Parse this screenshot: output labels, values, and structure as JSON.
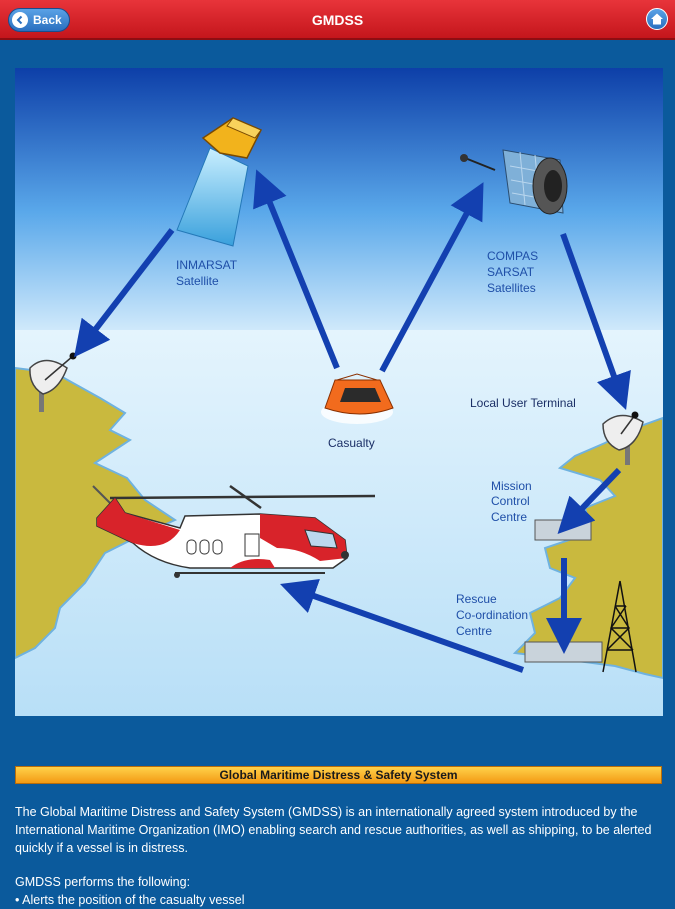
{
  "header": {
    "back_label": "Back",
    "title": "GMDSS"
  },
  "diagram": {
    "inmarsat_line1": "INMARSAT",
    "inmarsat_line2": "Satellite",
    "compas_line1": "COMPAS",
    "compas_line2": "SARSAT",
    "compas_line3": "Satellites",
    "casualty": "Casualty",
    "lut": "Local User Terminal",
    "mcc_line1": "Mission",
    "mcc_line2": "Control",
    "mcc_line3": "Centre",
    "rcc_line1": "Rescue",
    "rcc_line2": "Co-ordination",
    "rcc_line3": "Centre"
  },
  "section": {
    "banner": "Global Maritime Distress & Safety System",
    "paragraph1": "The Global Maritime Distress and Safety System (GMDSS) is an internationally agreed system introduced by the International Maritime Organization (IMO) enabling search and rescue authorities, as well as shipping, to be alerted quickly if a vessel is in distress.",
    "paragraph2": "GMDSS performs the following:",
    "bullet1": "• Alerts the position of the casualty vessel"
  },
  "colors": {
    "header_red": "#c4161c",
    "page_blue": "#0b5a9c",
    "banner_orange": "#f39a14",
    "arrow_blue": "#1340b0",
    "land": "#c9b93e"
  }
}
